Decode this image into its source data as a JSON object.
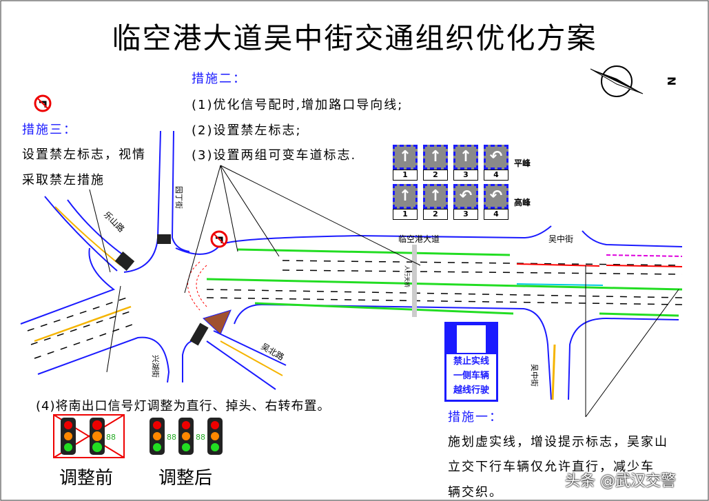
{
  "title": "临空港大道吴中街交通组织优化方案",
  "compass": {
    "label": "N"
  },
  "measure2": {
    "heading": "措施二：",
    "items": [
      "(1)优化信号配时,增加路口导向线;",
      "(2)设置禁左标志;",
      "(3)设置两组可变车道标志."
    ]
  },
  "measure3": {
    "heading": "措施三：",
    "lines": [
      "设置禁左标志，视情",
      "采取禁左措施"
    ]
  },
  "measure1": {
    "heading": "措施一：",
    "lines": [
      "施划虚实线，增设提示标志，吴家山",
      "立交下行车辆仅允许直行，减少车",
      "辆交织。"
    ]
  },
  "measure4": {
    "text": "(4)将南出口信号灯调整为直行、掉头、右转布置。"
  },
  "lane_signs": {
    "rows": [
      {
        "label": "平峰",
        "lanes": [
          {
            "num": "1",
            "arrow": "↑"
          },
          {
            "num": "2",
            "arrow": "↑"
          },
          {
            "num": "3",
            "arrow": "↑"
          },
          {
            "num": "4",
            "arrow": "↶"
          }
        ]
      },
      {
        "label": "高峰",
        "lanes": [
          {
            "num": "1",
            "arrow": "↑"
          },
          {
            "num": "2",
            "arrow": "↑"
          },
          {
            "num": "3",
            "arrow": "↶"
          },
          {
            "num": "4",
            "arrow": "↶"
          }
        ]
      }
    ]
  },
  "roads": {
    "main": "临空港大道",
    "wuzhong_top": "吴中街",
    "wuzhong_bottom": "吴中街",
    "leshan": "乐山路",
    "yuanding": "园丁街",
    "xinghu": "兴湖街",
    "wubei": "吴北路",
    "bridge": "人行天桥"
  },
  "info_sign": {
    "lines": [
      "禁止实线",
      "一侧车辆",
      "越线行驶"
    ]
  },
  "signal": {
    "before": "调整前",
    "after": "调整后",
    "countdown": "88"
  },
  "watermark": "头条 @武汉交警",
  "colors": {
    "road": "#1a1aff",
    "median": "#22dd22",
    "accent": "#1a1aff",
    "yellow": "#f5b400",
    "red": "#ff0000"
  }
}
